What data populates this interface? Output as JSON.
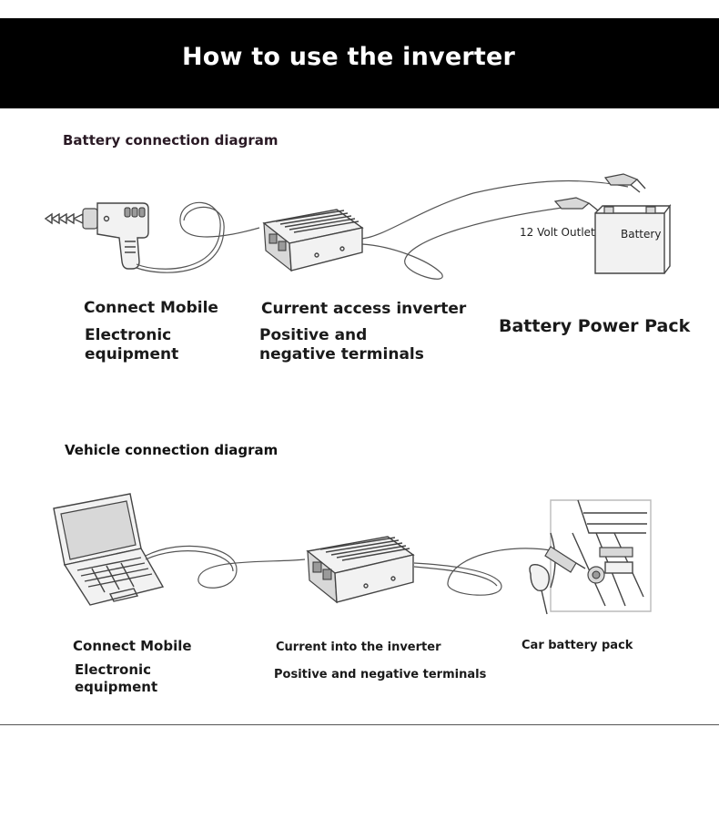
{
  "header": {
    "title": "How to use the inverter"
  },
  "battery_section": {
    "title": "Battery connection diagram",
    "label_connect": "Connect Mobile",
    "label_equipment": "Electronic equipment",
    "label_access": "Current access inverter",
    "label_terminals": "Positive and negative terminals",
    "label_pack": "Battery Power Pack",
    "outlet_text": "12 Volt Outlet",
    "battery_text": "Battery"
  },
  "vehicle_section": {
    "title": "Vehicle connection diagram",
    "label_connect": "Connect Mobile",
    "label_equipment": "Electronic equipment",
    "label_into": "Current into the inverter",
    "label_terminals": "Positive and negative terminals",
    "label_pack": "Car battery pack"
  },
  "icons": [
    "drill-icon",
    "inverter-icon",
    "battery-icon",
    "clamp-icon",
    "laptop-icon",
    "car-dashboard-icon",
    "cigarette-plug-icon"
  ]
}
